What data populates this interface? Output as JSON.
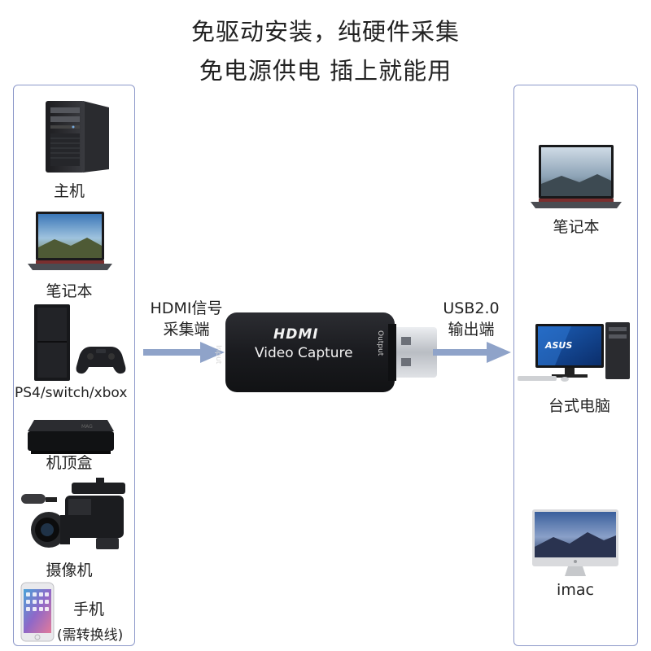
{
  "headline": {
    "line1": "免驱动安装，纯硬件采集",
    "line2": "免电源供电  插上就能用"
  },
  "sources": [
    {
      "label": "主机",
      "icon": "desktop-tower-icon"
    },
    {
      "label": "笔记本",
      "icon": "laptop-icon"
    },
    {
      "label": "PS4/switch/xbox",
      "icon": "game-console-icon"
    },
    {
      "label": "机顶盒",
      "icon": "set-top-box-icon"
    },
    {
      "label": "摄像机",
      "icon": "camcorder-icon"
    },
    {
      "label": "手机",
      "sublabel": "(需转换线)",
      "icon": "smartphone-icon"
    }
  ],
  "input_signal": {
    "line1": "HDMI信号",
    "line2": "采集端"
  },
  "adapter": {
    "brand": "HDMI",
    "product": "Video Capture",
    "port_in": "Input",
    "port_out": "Output"
  },
  "output_signal": {
    "line1": "USB2.0",
    "line2": "输出端"
  },
  "targets": [
    {
      "label": "笔记本",
      "icon": "laptop-icon"
    },
    {
      "label": "台式电脑",
      "icon": "desktop-monitor-icon",
      "brand": "ASUS"
    },
    {
      "label": "imac",
      "icon": "imac-icon"
    }
  ],
  "colors": {
    "panel_border": "#8c98c9",
    "arrow": "#8fa3c9",
    "adapter_body": "#1d1e22",
    "usb_metal": "#c9ccd1"
  }
}
